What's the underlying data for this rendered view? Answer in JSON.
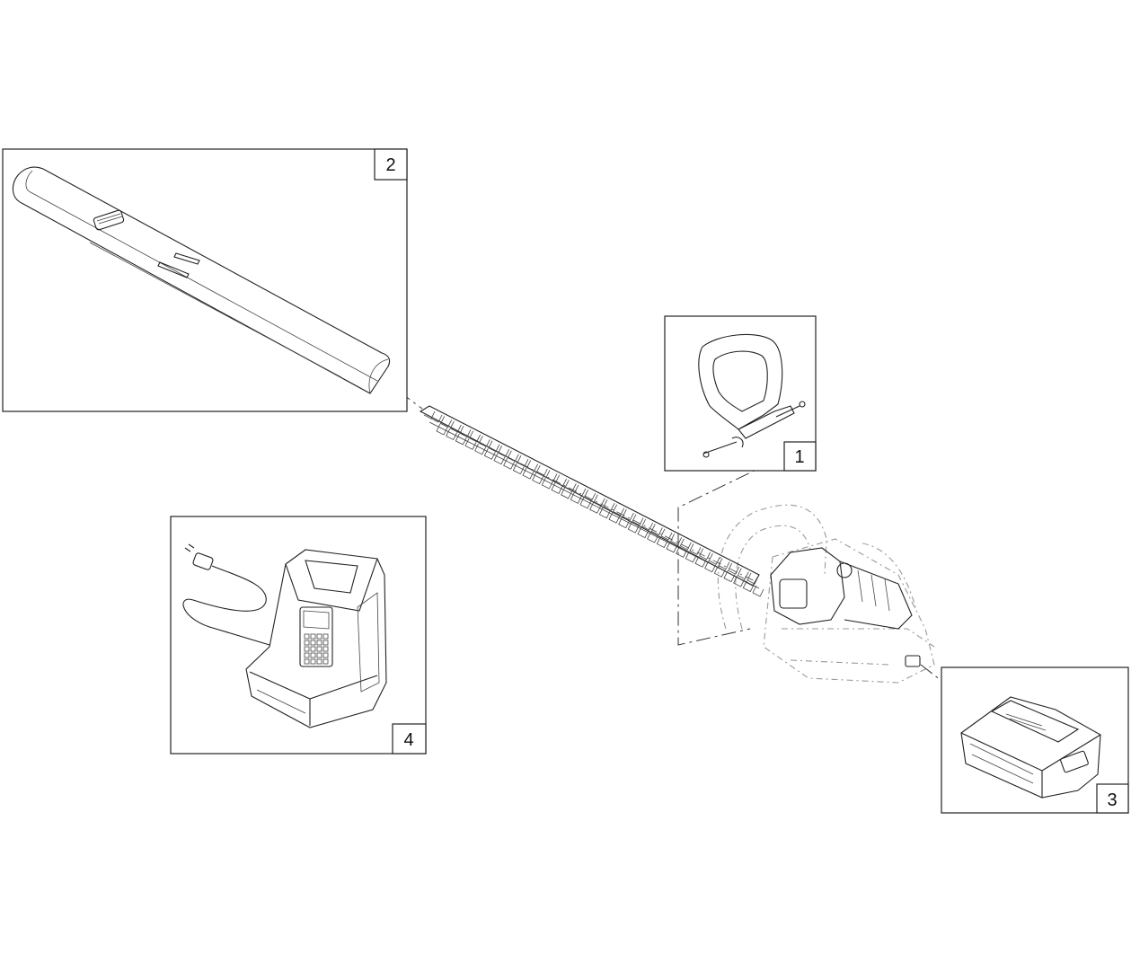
{
  "callouts": [
    {
      "id": "1",
      "label": "1"
    },
    {
      "id": "2",
      "label": "2"
    },
    {
      "id": "3",
      "label": "3"
    },
    {
      "id": "4",
      "label": "4"
    }
  ],
  "colors": {
    "line": "#222222",
    "ghost": "#9a9a9a",
    "background": "#ffffff"
  }
}
